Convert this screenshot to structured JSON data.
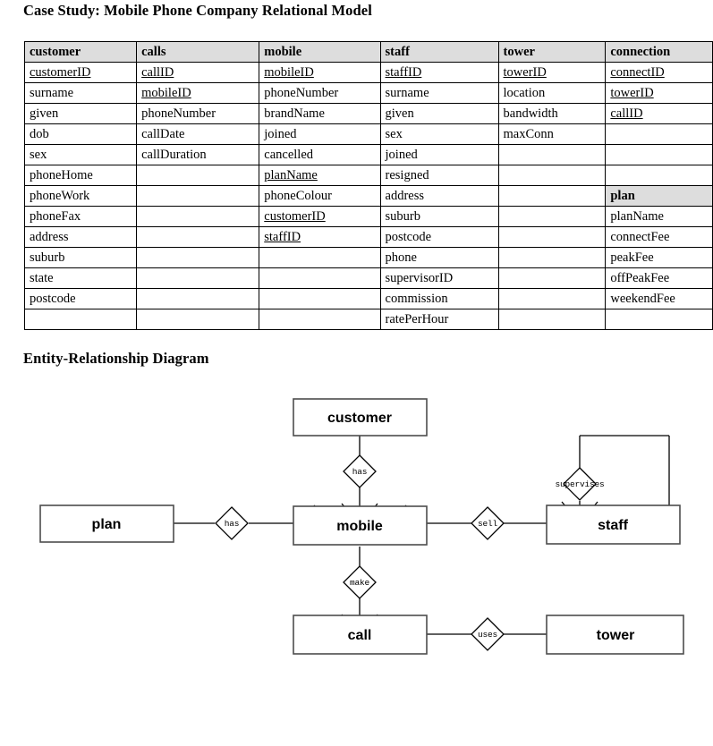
{
  "document": {
    "title": "Case Study: Mobile Phone Company Relational Model",
    "section_title": "Entity-Relationship Diagram"
  },
  "relational_model": {
    "columns": [
      {
        "entity": "customer",
        "attributes": [
          {
            "name": "customerID",
            "key": true
          },
          {
            "name": "surname",
            "key": false
          },
          {
            "name": "given",
            "key": false
          },
          {
            "name": "dob",
            "key": false
          },
          {
            "name": "sex",
            "key": false
          },
          {
            "name": "phoneHome",
            "key": false
          },
          {
            "name": "phoneWork",
            "key": false
          },
          {
            "name": "phoneFax",
            "key": false
          },
          {
            "name": "address",
            "key": false
          },
          {
            "name": "suburb",
            "key": false
          },
          {
            "name": "state",
            "key": false
          },
          {
            "name": "postcode",
            "key": false
          },
          {
            "name": "",
            "key": false
          }
        ]
      },
      {
        "entity": "calls",
        "attributes": [
          {
            "name": "callID",
            "key": true
          },
          {
            "name": "mobileID",
            "key": true
          },
          {
            "name": "phoneNumber",
            "key": false
          },
          {
            "name": "callDate",
            "key": false
          },
          {
            "name": "callDuration",
            "key": false
          },
          {
            "name": "",
            "key": false
          },
          {
            "name": "",
            "key": false
          },
          {
            "name": "",
            "key": false
          },
          {
            "name": "",
            "key": false
          },
          {
            "name": "",
            "key": false
          },
          {
            "name": "",
            "key": false
          },
          {
            "name": "",
            "key": false
          },
          {
            "name": "",
            "key": false
          }
        ]
      },
      {
        "entity": "mobile",
        "attributes": [
          {
            "name": "mobileID",
            "key": true
          },
          {
            "name": "phoneNumber",
            "key": false
          },
          {
            "name": "brandName",
            "key": false
          },
          {
            "name": "joined",
            "key": false
          },
          {
            "name": "cancelled",
            "key": false
          },
          {
            "name": "planName",
            "key": true
          },
          {
            "name": "phoneColour",
            "key": false
          },
          {
            "name": "customerID",
            "key": true
          },
          {
            "name": "staffID",
            "key": true
          },
          {
            "name": "",
            "key": false
          },
          {
            "name": "",
            "key": false
          },
          {
            "name": "",
            "key": false
          },
          {
            "name": "",
            "key": false
          }
        ]
      },
      {
        "entity": "staff",
        "attributes": [
          {
            "name": "staffID",
            "key": true
          },
          {
            "name": "surname",
            "key": false
          },
          {
            "name": "given",
            "key": false
          },
          {
            "name": "sex",
            "key": false
          },
          {
            "name": "joined",
            "key": false
          },
          {
            "name": "resigned",
            "key": false
          },
          {
            "name": "address",
            "key": false
          },
          {
            "name": "suburb",
            "key": false
          },
          {
            "name": "postcode",
            "key": false
          },
          {
            "name": "phone",
            "key": false
          },
          {
            "name": "supervisorID",
            "key": false
          },
          {
            "name": "commission",
            "key": false
          },
          {
            "name": "ratePerHour",
            "key": false
          }
        ]
      },
      {
        "entity": "tower",
        "attributes": [
          {
            "name": "towerID",
            "key": true
          },
          {
            "name": "location",
            "key": false
          },
          {
            "name": "bandwidth",
            "key": false
          },
          {
            "name": "maxConn",
            "key": false
          },
          {
            "name": "",
            "key": false
          },
          {
            "name": "",
            "key": false
          },
          {
            "name": "",
            "key": false
          },
          {
            "name": "",
            "key": false
          },
          {
            "name": "",
            "key": false
          },
          {
            "name": "",
            "key": false
          },
          {
            "name": "",
            "key": false
          },
          {
            "name": "",
            "key": false
          },
          {
            "name": "",
            "key": false
          }
        ]
      },
      {
        "entity": "connection",
        "attributes": [
          {
            "name": "connectID",
            "key": true
          },
          {
            "name": "towerID",
            "key": true
          },
          {
            "name": "callID",
            "key": true
          },
          {
            "name": "",
            "key": false
          },
          {
            "name": "",
            "key": false
          },
          {
            "name": "",
            "key": false
          },
          {
            "name": "plan",
            "key": false,
            "header": true
          },
          {
            "name": "planName",
            "key": false
          },
          {
            "name": "connectFee",
            "key": false
          },
          {
            "name": "peakFee",
            "key": false
          },
          {
            "name": "offPeakFee",
            "key": false
          },
          {
            "name": "weekendFee",
            "key": false
          },
          {
            "name": "",
            "key": false
          }
        ]
      }
    ]
  },
  "er_diagram": {
    "entities": [
      {
        "id": "customer",
        "label": "customer"
      },
      {
        "id": "plan",
        "label": "plan"
      },
      {
        "id": "mobile",
        "label": "mobile"
      },
      {
        "id": "staff",
        "label": "staff"
      },
      {
        "id": "call",
        "label": "call"
      },
      {
        "id": "tower",
        "label": "tower"
      }
    ],
    "relationships": [
      {
        "id": "has-customer-mobile",
        "label": "has",
        "from": "customer",
        "to": "mobile"
      },
      {
        "id": "has-plan-mobile",
        "label": "has",
        "from": "plan",
        "to": "mobile"
      },
      {
        "id": "sell-mobile-staff",
        "label": "sell",
        "from": "mobile",
        "to": "staff"
      },
      {
        "id": "supervises-staff-staff",
        "label": "supervises",
        "from": "staff",
        "to": "staff"
      },
      {
        "id": "make-mobile-call",
        "label": "make",
        "from": "mobile",
        "to": "call"
      },
      {
        "id": "uses-call-tower",
        "label": "uses",
        "from": "call",
        "to": "tower"
      }
    ]
  },
  "colors": {
    "header_fill": "#dddddd",
    "box_stroke": "#4d4d4d",
    "line": "#000000",
    "background": "#ffffff"
  }
}
